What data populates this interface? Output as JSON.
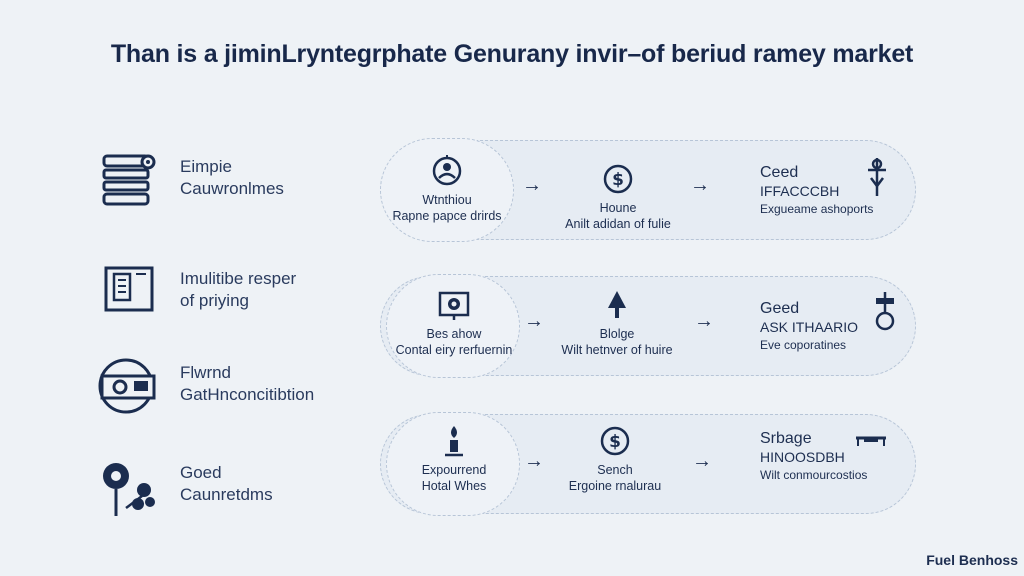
{
  "title": "Than is a jiminLryntegrphate Genurany invir–of beriud ramey market",
  "left_items": [
    {
      "line1": "Eimpie",
      "line2": "Cauwronlmes",
      "icon": "server-stack-icon"
    },
    {
      "line1": "Imulitibe resper",
      "line2": "of priying",
      "icon": "calendar-board-icon"
    },
    {
      "line1": "Flwrnd",
      "line2": "GatHnconcitibtion",
      "icon": "device-circle-icon"
    },
    {
      "line1": "Goed",
      "line2": "Caunretdms",
      "icon": "flower-gear-icon"
    }
  ],
  "rows": [
    {
      "step1": {
        "line1": "Wtnthiou",
        "line2": "Rapne papce drirds",
        "icon": "globe-person-icon"
      },
      "step2": {
        "line1": "Houne",
        "line2": "Anilt adidan of fulie",
        "icon": "dollar-coin-icon"
      },
      "end": {
        "line1": "Ceed",
        "line2": "IFFACCCBH",
        "line3": "Exgueame ashoports",
        "icon": "cross-hanger-icon"
      }
    },
    {
      "step1": {
        "line1": "Bes ahow",
        "line2": "Contal eiry rerfuernin",
        "icon": "monitor-gear-icon"
      },
      "step2": {
        "line1": "Blolge",
        "line2": "Wilt hetnver of huire",
        "icon": "tree-icon"
      },
      "end": {
        "line1": "Geed",
        "line2": "ASK ITHAARIO",
        "line3": "Eve coporatines",
        "icon": "lamp-ring-icon"
      }
    },
    {
      "step1": {
        "line1": "Expourrend",
        "line2": "Hotal Whes",
        "icon": "flame-candle-icon"
      },
      "step2": {
        "line1": "Sench",
        "line2": "Ergoine rnalurau",
        "icon": "dollar-coin-icon"
      },
      "end": {
        "line1": "Srbage",
        "line2": "HINOOSDBH",
        "line3": "Wilt conmourcostios",
        "icon": "table-rail-icon"
      }
    }
  ],
  "arrow": "→",
  "brand": "Fuel Benhoss",
  "colors": {
    "background": "#eef2f6",
    "ink": "#1b2d4f",
    "pill": "#e6ecf3",
    "pill_border": "#b7c5d7"
  }
}
